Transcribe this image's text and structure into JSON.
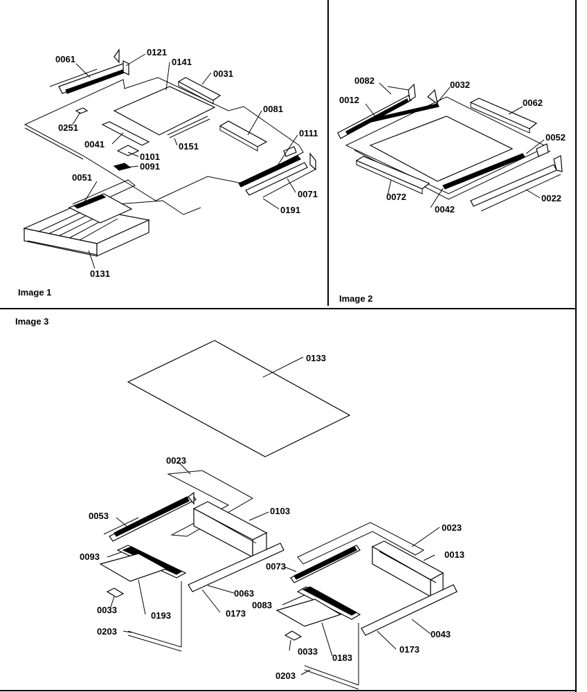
{
  "panels": [
    {
      "id": "image1",
      "title": "Image 1",
      "callouts": [
        "0061",
        "0121",
        "0141",
        "0031",
        "0081",
        "0251",
        "0041",
        "0151",
        "0101",
        "0091",
        "0111",
        "0071",
        "0051",
        "0191",
        "0131"
      ]
    },
    {
      "id": "image2",
      "title": "Image 2",
      "callouts": [
        "0082",
        "0032",
        "0012",
        "0062",
        "0052",
        "0072",
        "0042",
        "0022"
      ]
    },
    {
      "id": "image3",
      "title": "Image 3",
      "callouts": [
        "0133",
        "0023",
        "0053",
        "0103",
        "0093",
        "0063",
        "0173",
        "0033",
        "0193",
        "0203",
        "0023",
        "0013",
        "0073",
        "0083",
        "0043",
        "0173",
        "0033",
        "0183",
        "0203"
      ]
    }
  ]
}
